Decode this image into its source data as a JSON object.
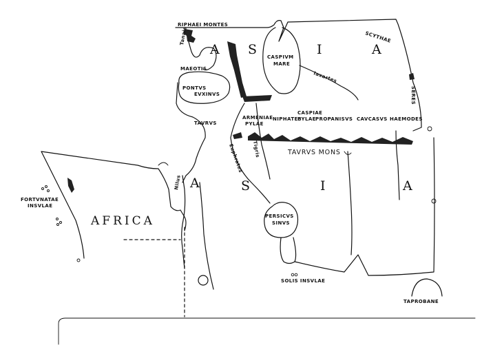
{
  "labels": {
    "riphaei_montes": "RIPHAEI MONTES",
    "tanais": "Tanais",
    "maeotis": "MAEOTIS",
    "pontus": "PONTVS",
    "euxinus": "EVXINVS",
    "asia_a1": "A",
    "asia_s": "S",
    "asia_i": "I",
    "asia_a2": "A",
    "caspium": "CASPIVM",
    "mare": "MARE",
    "iaxartes": "Iaxartes",
    "scythae": "SCYTHAE",
    "seres": "SERES",
    "taurus_w": "TAVRVS",
    "armeniae": "ARMENIAE",
    "pylae_1": "PYLAE",
    "niphates": "NIPHATES",
    "caspiae": "CASPIAE",
    "pylae_2": "PYLAE",
    "propanisus": "PROPANISVS",
    "caucasus": "CAVCASVS",
    "haemodes": "HAEMODES",
    "taurus_mons": "TAVRVS MONS",
    "euphrates": "Euphrates",
    "tigris": "Tigris",
    "nilus": "Nilus",
    "asia2_a1": "A",
    "asia2_s": "S",
    "asia2_i": "I",
    "asia2_a2": "A",
    "fortunatae": "FORTVNATAE",
    "insulae": "INSVLAE",
    "africa": "AFRICA",
    "persicus": "PERSICVS",
    "sinus": "SINVS",
    "solis_insulae": "SOLIS INSVLAE",
    "taprobane": "TAPROBANE"
  }
}
